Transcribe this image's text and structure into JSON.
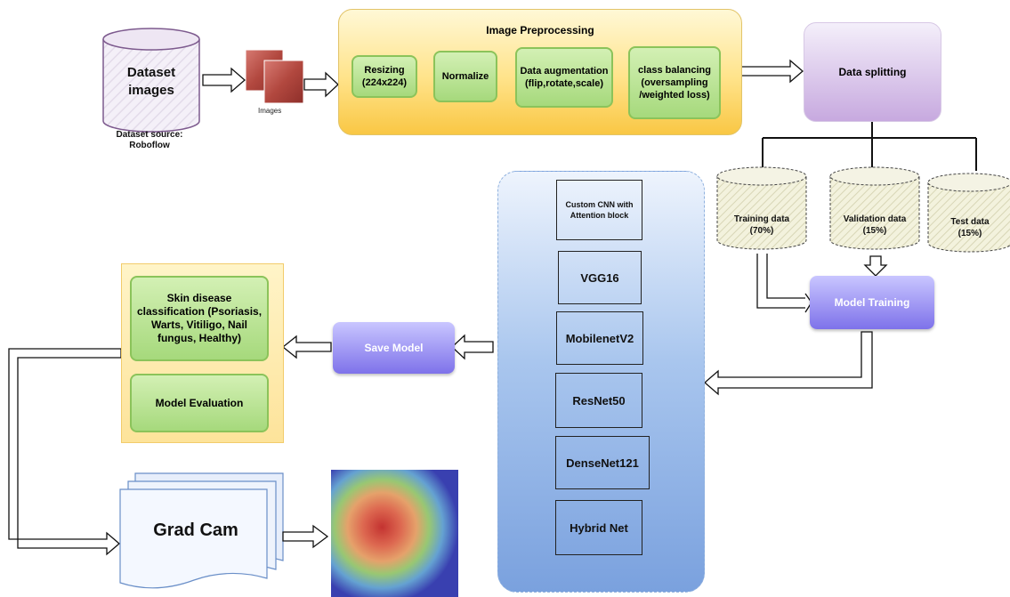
{
  "dataset": {
    "title": "Dataset images",
    "source": "Dataset source: Roboflow",
    "images_caption": "Images"
  },
  "preprocessing": {
    "title": "Image Preprocessing",
    "steps": [
      "Resizing (224x224)",
      "Normalize",
      "Data augmentation (flip,rotate,scale)",
      "class balancing (oversampling /weighted loss)"
    ]
  },
  "data_splitting": {
    "label": "Data splitting"
  },
  "splits": [
    {
      "label": "Training data",
      "pct": "(70%)"
    },
    {
      "label": "Validation data",
      "pct": "(15%)"
    },
    {
      "label": "Test data",
      "pct": "(15%)"
    }
  ],
  "model_training": {
    "label": "Model Training"
  },
  "models": [
    "Custom CNN with Attention block",
    "VGG16",
    "MobilenetV2",
    "ResNet50",
    "DenseNet121",
    "Hybrid Net"
  ],
  "save_model": {
    "label": "Save Model"
  },
  "evaluation": {
    "classification": "Skin disease classification (Psoriasis, Warts, Vitiligo, Nail fungus, Healthy)",
    "model_evaluation": "Model Evaluation"
  },
  "grad_cam": {
    "label": "Grad Cam"
  },
  "colors": {
    "green_box": "#a6d97c",
    "yellow_panel": "#ffe38a",
    "purple_box": "#c7a9df",
    "blue_panel": "#a9c6ee",
    "button": "#7e72ea"
  }
}
